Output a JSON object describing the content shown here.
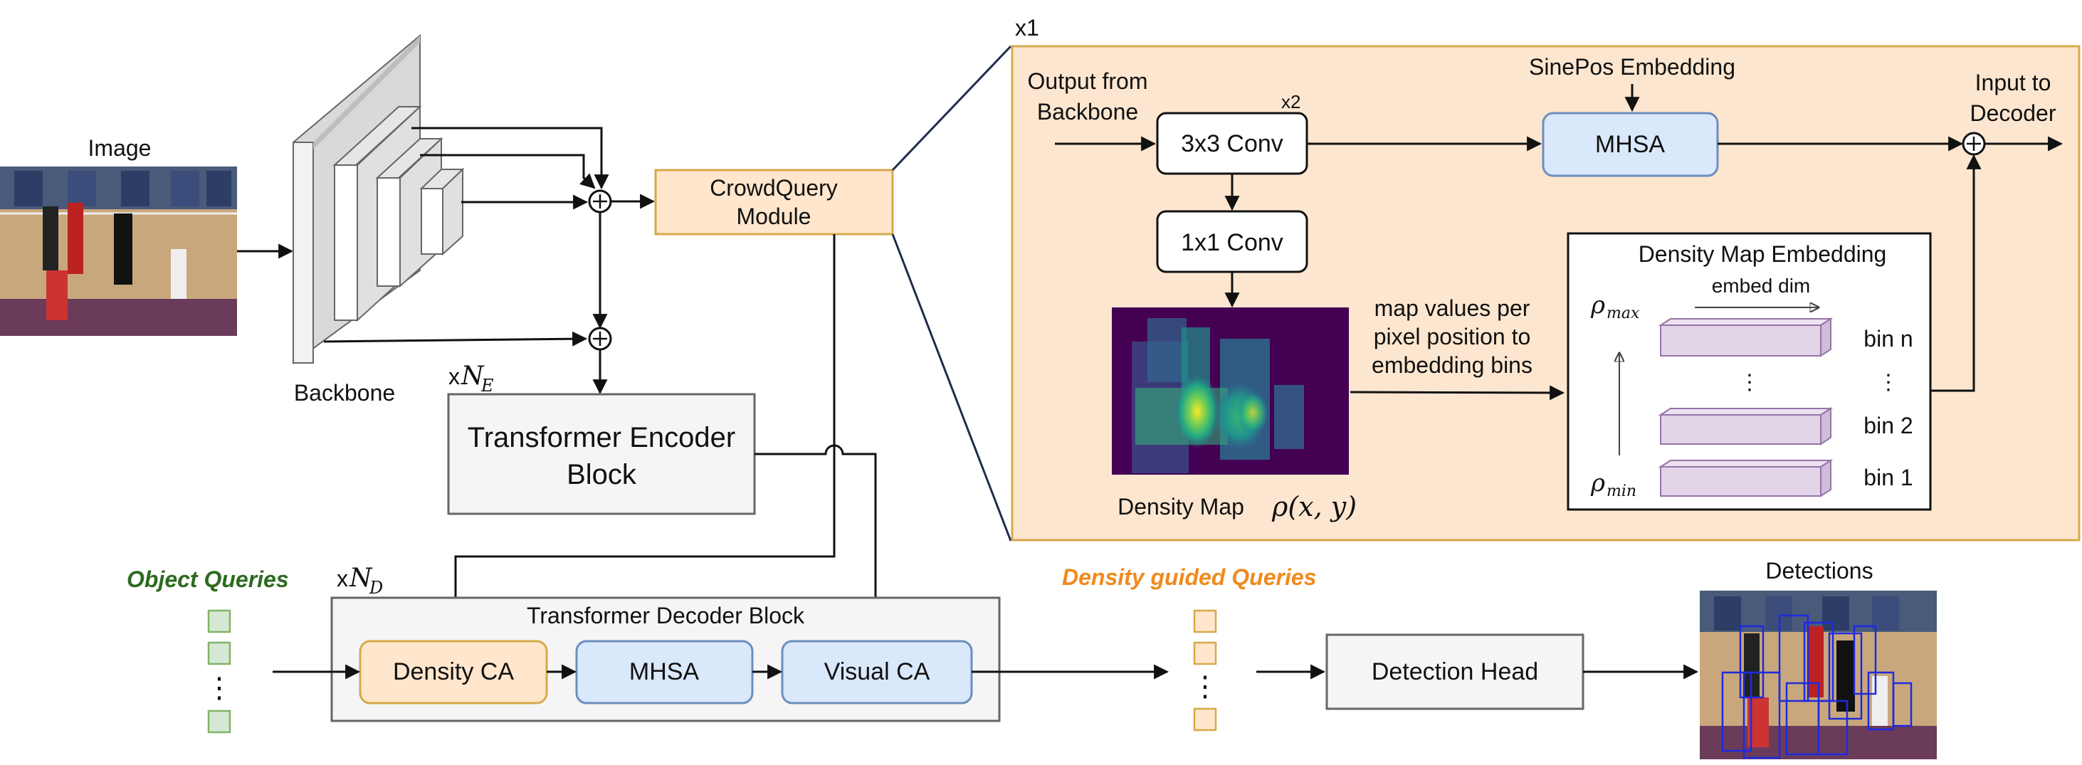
{
  "image_label": "Image",
  "backbone_label": "Backbone",
  "crowdquery_label": [
    "CrowdQuery",
    "Module"
  ],
  "encoder": {
    "repeat_prefix": "x",
    "repeat_symbol": "N",
    "repeat_sub": "E",
    "label": [
      "Transformer Encoder",
      "Block"
    ]
  },
  "decoder": {
    "repeat_prefix": "x",
    "repeat_symbol": "N",
    "repeat_sub": "D",
    "title": "Transformer Decoder Block",
    "blocks": [
      "Density CA",
      "MHSA",
      "Visual CA"
    ]
  },
  "object_queries_label": "Object Queries",
  "density_queries_label": "Density guided Queries",
  "query_ellipsis": "⋮",
  "detection_head_label": "Detection Head",
  "detections_label": "Detections",
  "module_detail": {
    "repeat_label": "x1",
    "output_from_backbone": [
      "Output from",
      "Backbone"
    ],
    "conv3_repeat": "x2",
    "conv3_label": "3x3 Conv",
    "conv1_label": "1x1 Conv",
    "sinepos_label": "SinePos Embedding",
    "mhsa_label": "MHSA",
    "input_to_decoder": [
      "Input to",
      "Decoder"
    ],
    "density_map_label": "Density Map",
    "density_map_symbol": "ρ(x, y)",
    "map_values_text": [
      "map values per",
      "pixel position to",
      "embedding bins"
    ],
    "embedding_title": "Density Map Embedding",
    "embed_dim_label": "embed dim",
    "rho_max": "ρ",
    "rho_max_sub": "max",
    "rho_min": "ρ",
    "rho_min_sub": "min",
    "bins": [
      "bin n",
      "⋮",
      "bin 2",
      "bin 1"
    ],
    "bin_ellipsis": "⋮"
  },
  "colors": {
    "orange_fill": "#ffe6cc",
    "orange_stroke": "#d6a94a",
    "blue_fill": "#dae8fc",
    "blue_stroke": "#6c8ebf",
    "green_fill": "#d5e8d4",
    "green_stroke": "#82b366",
    "gray_fill": "#f5f5f5",
    "gray_stroke": "#666666",
    "purple_fill": "#e1d5e7",
    "purple_stroke": "#9673a6",
    "object_queries_text": "#2d6a1f",
    "density_queries_text": "#f08a1c",
    "module_panel_fill": "#fde6cf",
    "module_panel_stroke": "#d6a94a"
  }
}
